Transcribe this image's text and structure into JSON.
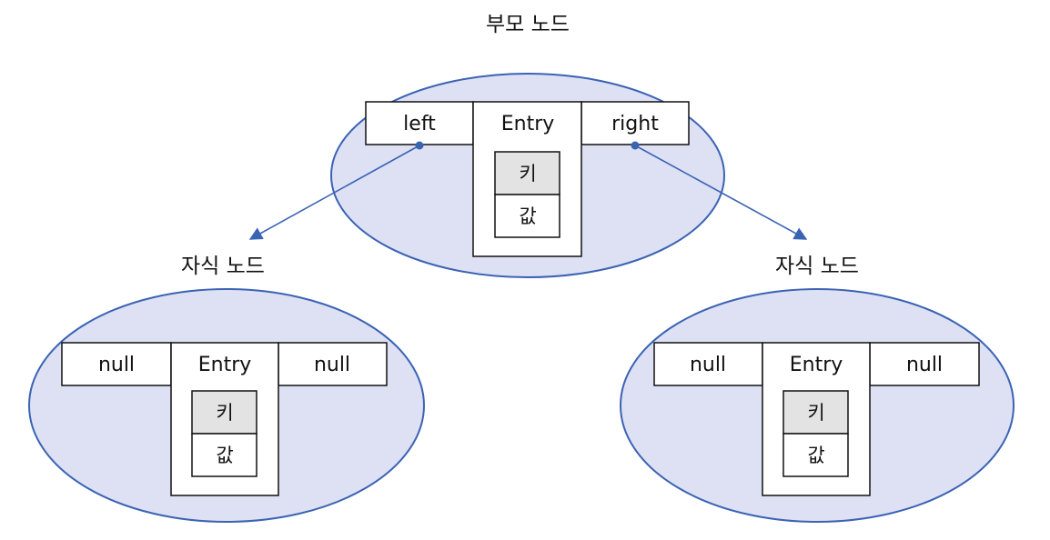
{
  "parent": {
    "title": "부모 노드",
    "left": "left",
    "entry": "Entry",
    "right": "right",
    "key": "키",
    "value": "값"
  },
  "left_child": {
    "title": "자식 노드",
    "left": "null",
    "entry": "Entry",
    "right": "null",
    "key": "키",
    "value": "값"
  },
  "right_child": {
    "title": "자식 노드",
    "left": "null",
    "entry": "Entry",
    "right": "null",
    "key": "키",
    "value": "값"
  },
  "colors": {
    "ellipse_fill": "#dde1f3",
    "ellipse_stroke": "#3b63b4",
    "arrow": "#3b63b4",
    "key_fill": "#e3e3e3",
    "cell_stroke": "#111111",
    "cell_fill": "#ffffff"
  }
}
